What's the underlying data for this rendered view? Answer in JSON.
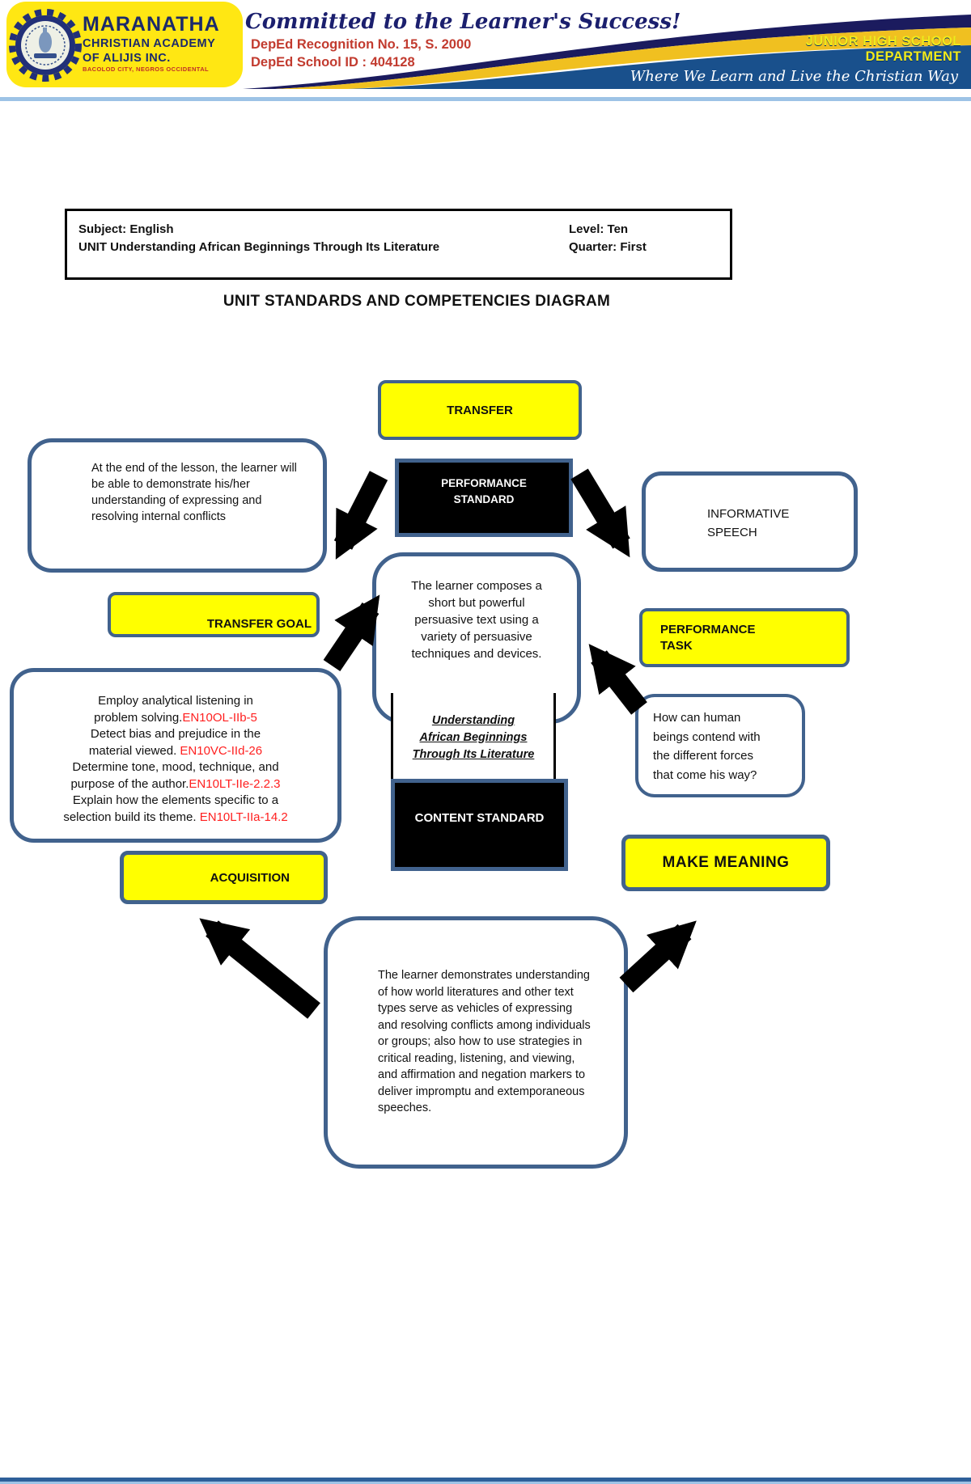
{
  "palette": {
    "box-yellow": "#ffff00",
    "box-border-blue": "#41628d",
    "code-red": "#ff1f1f",
    "banner-yellow": "#ffe713",
    "banner-gold": "#f0c020",
    "banner-navy": "#1b1b5e",
    "banner-blue": "#19508c",
    "deped-red": "#c23b2f",
    "school-navy": "#1b2a6b",
    "divider-lightblue": "#9dc3e6"
  },
  "header": {
    "school_name": "MARANATHA",
    "school_line2": "CHRISTIAN ACADEMY",
    "school_line3": "OF ALIJIS INC.",
    "school_address": "BACOLOD CITY, NEGROS OCCIDENTAL",
    "motto": "Committed to the Learner's Success!",
    "recognition": "DepEd Recognition No. 15, S. 2000",
    "school_id": "DepEd School ID : 404128",
    "department_line1": "JUNIOR HIGH SCHOOL",
    "department_line2": "DEPARTMENT",
    "tagline": "Where We Learn and Live the Christian Way"
  },
  "info_box": {
    "subject": "Subject: English",
    "unit": "UNIT Understanding African Beginnings Through Its Literature",
    "level": "Level: Ten",
    "quarter": "Quarter: First"
  },
  "page_title": "UNIT STANDARDS AND COMPETENCIES DIAGRAM",
  "diagram": {
    "transfer_label": "TRANSFER",
    "performance_standard_label": "PERFORMANCE STANDARD",
    "transfer_outcome_lines": [
      "At the end of the lesson, the learner will",
      "be able to demonstrate his/her",
      "understanding of expressing and",
      "resolving internal conflicts"
    ],
    "informative_speech_lines": [
      "INFORMATIVE",
      "SPEECH"
    ],
    "transfer_goal_label": "TRANSFER GOAL",
    "performance_standard_text_lines": [
      "The learner composes a",
      "short but powerful",
      "persuasive text using a",
      "variety of persuasive",
      "techniques and devices."
    ],
    "unit_title_lines": [
      "Understanding",
      "African Beginnings",
      "Through Its Literature"
    ],
    "content_standard_label": "CONTENT STANDARD",
    "performance_task_lines": [
      "PERFORMANCE",
      "TASK"
    ],
    "essential_question_lines": [
      "How can human",
      "beings contend with",
      "the different forces",
      "that come his way?"
    ],
    "make_meaning_label": "MAKE MEANING",
    "acquisition_label": "ACQUISITION",
    "competency_lines": [
      {
        "text": "Employ analytical listening in"
      },
      {
        "text": "problem solving.",
        "code": "EN10OL-IIb-5"
      },
      {
        "text": "Detect bias and prejudice in the"
      },
      {
        "text": "material viewed. ",
        "code": "EN10VC-IId-26"
      },
      {
        "text": "Determine tone, mood, technique, and"
      },
      {
        "text": "purpose of the author.",
        "code": "EN10LT-IIe-2.2.3"
      },
      {
        "text": "Explain how the elements specific to a"
      },
      {
        "text": "selection build its theme. ",
        "code": "EN10LT-IIa-14.2"
      }
    ],
    "content_standard_text_lines": [
      "The learner demonstrates understanding",
      "of how world literatures and other text",
      "types serve as vehicles of expressing",
      "and resolving conflicts among individuals",
      "or groups; also how to use strategies in",
      "critical reading, listening, and viewing,",
      "and affirmation and negation markers to",
      "deliver impromptu and extemporaneous",
      "speeches."
    ]
  }
}
